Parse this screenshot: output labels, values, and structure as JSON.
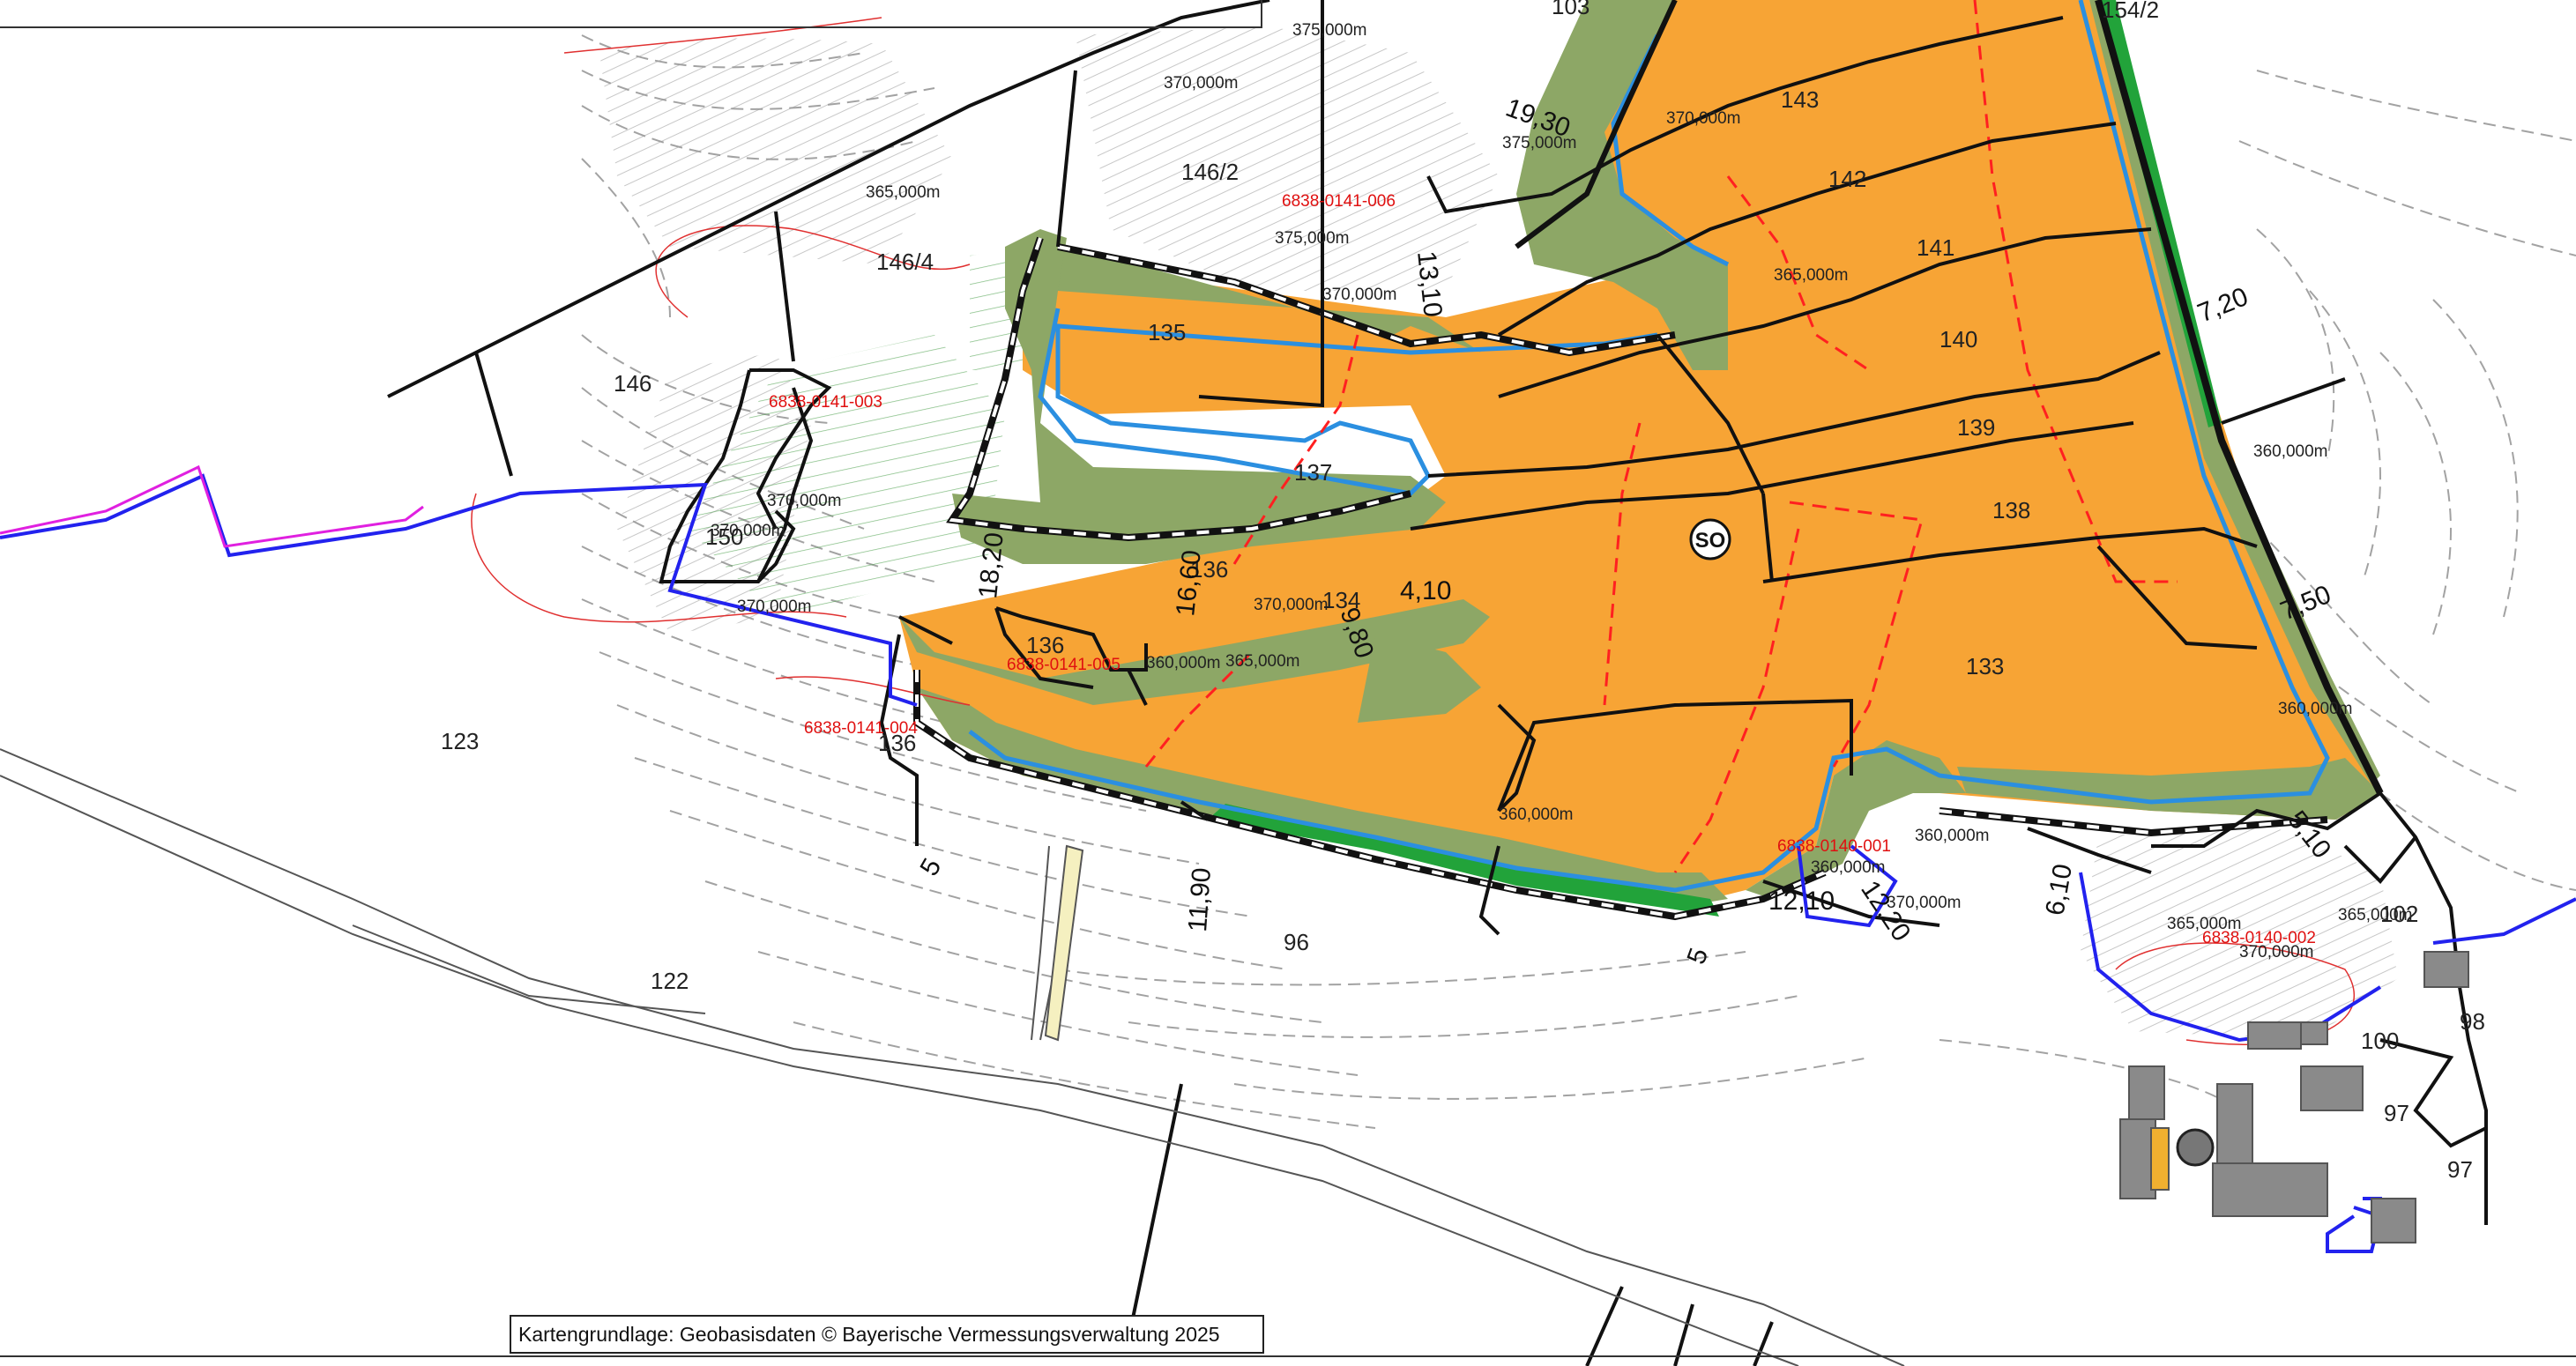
{
  "map": {
    "zone_label": "SO",
    "credit": "Kartengrundlage: Geobasisdaten © Bayerische Vermessungsverwaltung 2025",
    "colors": {
      "building_area": "#f7a435",
      "green_buffer": "#8da766",
      "planting_strip": "#22a33a",
      "blue_line": "#2b8fe0",
      "boundary_blue": "#2222ee",
      "magenta_line": "#e020e0",
      "red_dashed": "#ff2020",
      "buildings": "#8a8a8a"
    },
    "parcels": {
      "p143": "143",
      "p142": "142",
      "p141": "141",
      "p140": "140",
      "p139": "139",
      "p138": "138",
      "p133": "133",
      "p135": "135",
      "p137": "137",
      "p136a": "136",
      "p136b": "136",
      "p134": "134",
      "p136c": "136",
      "p146": "146",
      "p146_2": "146/2",
      "p146_4": "146/4",
      "p123": "123",
      "p122": "122",
      "p96": "96",
      "p98": "98",
      "p97a": "97",
      "p97b": "97",
      "p100": "100",
      "p154_2": "154/2",
      "p150": "150",
      "p102": "102",
      "p103": "103"
    },
    "contours": {
      "c1": "375,000m",
      "c2": "370,000m",
      "c3": "375,000m",
      "c4": "365,000m",
      "c5": "375,000m",
      "c6": "370,000m",
      "c7": "370,000m",
      "c8": "365,000m",
      "c9": "360,000m",
      "c10": "370,000m",
      "c11": "370,000m",
      "c12": "370,000m",
      "c13": "370,000m",
      "c14": "365,000m",
      "c15": "360,000m",
      "c16": "360,000m",
      "c17": "360,000m",
      "c18": "360,000m",
      "c19": "370,000m",
      "c20": "365,000m",
      "c21": "365,000m",
      "c22": "370,000m",
      "c23": "360,000m"
    },
    "dimensions": {
      "d1": "19,30",
      "d2": "13,10",
      "d3": "18,20",
      "d4": "16,60",
      "d5": "4,10",
      "d6": "9,80",
      "d7": "7,20",
      "d8": "7,50",
      "d9": "5",
      "d10": "11,90",
      "d11": "5",
      "d12": "12,10",
      "d13": "12,20",
      "d14": "6,10",
      "d15": "5,10"
    },
    "biotopes": {
      "b1": "6838-0141-006",
      "b2": "6838-0141-003",
      "b3": "6838-0141-005",
      "b4": "6838-0141-004",
      "b5": "6838-0140-001",
      "b6": "6838-0140-002"
    }
  }
}
